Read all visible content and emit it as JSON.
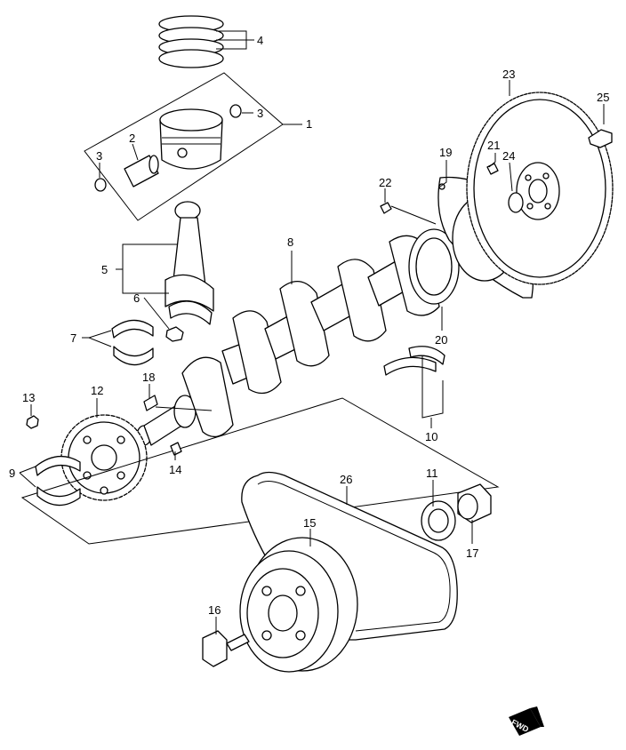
{
  "callouts": {
    "c1": "1",
    "c2": "2",
    "c3a": "3",
    "c3b": "3",
    "c4": "4",
    "c5": "5",
    "c6": "6",
    "c7": "7",
    "c8": "8",
    "c9": "9",
    "c10": "10",
    "c11": "11",
    "c12": "12",
    "c13": "13",
    "c14": "14",
    "c15": "15",
    "c16": "16",
    "c17": "17",
    "c18": "18",
    "c19": "19",
    "c20": "20",
    "c21": "21",
    "c22": "22",
    "c23": "23",
    "c24": "24",
    "c25": "25",
    "c26": "26"
  },
  "fwd_badge": "FWD"
}
